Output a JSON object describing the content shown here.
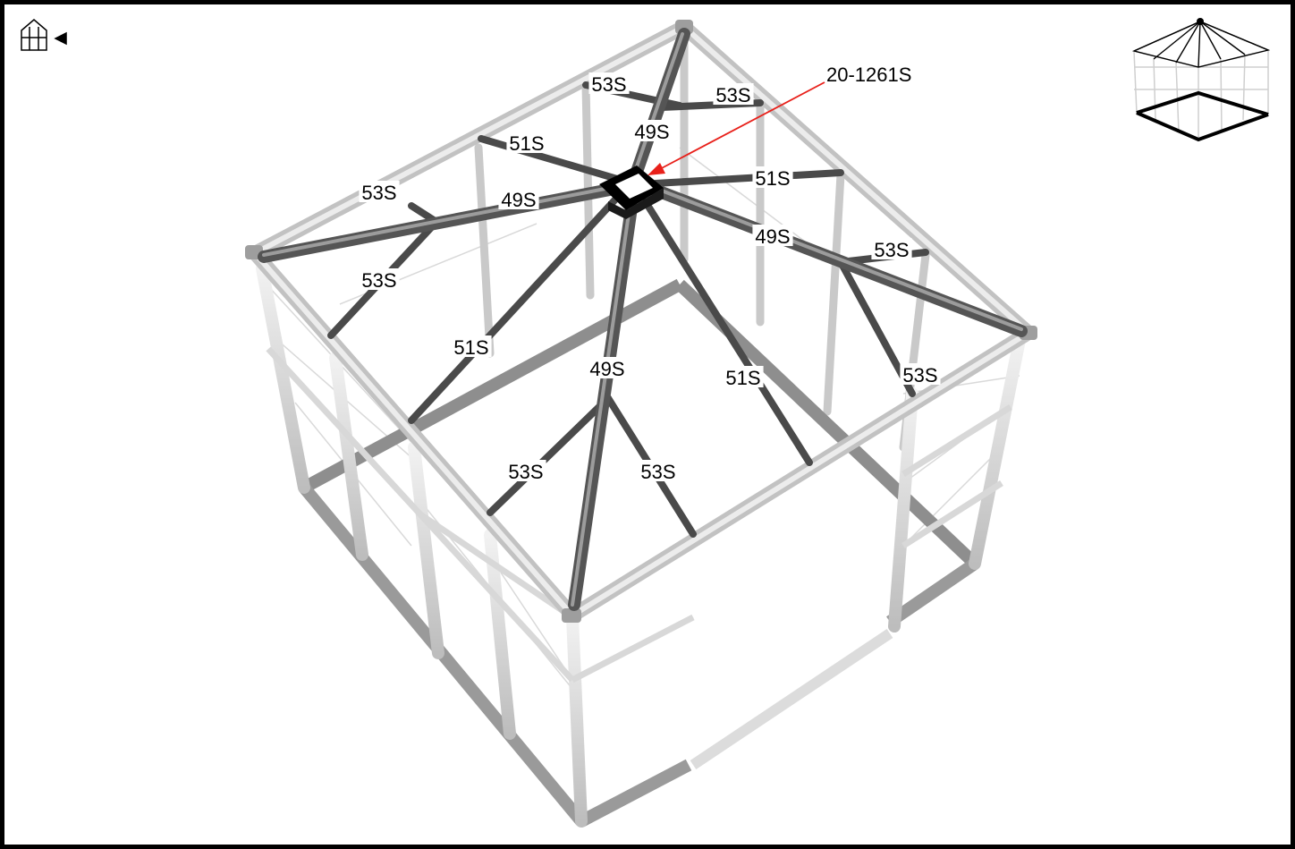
{
  "view_icon": "greenhouse-camera-icon",
  "thumbnail": "greenhouse-thumbnail",
  "callout": {
    "label": "20-1261S",
    "color": "#e8201a"
  },
  "parts": [
    {
      "id": "p1",
      "label": "53S"
    },
    {
      "id": "p2",
      "label": "53S"
    },
    {
      "id": "p3",
      "label": "49S"
    },
    {
      "id": "p4",
      "label": "51S"
    },
    {
      "id": "p5",
      "label": "51S"
    },
    {
      "id": "p6",
      "label": "53S"
    },
    {
      "id": "p7",
      "label": "49S"
    },
    {
      "id": "p8",
      "label": "49S"
    },
    {
      "id": "p9",
      "label": "53S"
    },
    {
      "id": "p10",
      "label": "53S"
    },
    {
      "id": "p11",
      "label": "51S"
    },
    {
      "id": "p12",
      "label": "49S"
    },
    {
      "id": "p13",
      "label": "51S"
    },
    {
      "id": "p14",
      "label": "53S"
    },
    {
      "id": "p15",
      "label": "53S"
    },
    {
      "id": "p16",
      "label": "53S"
    }
  ]
}
